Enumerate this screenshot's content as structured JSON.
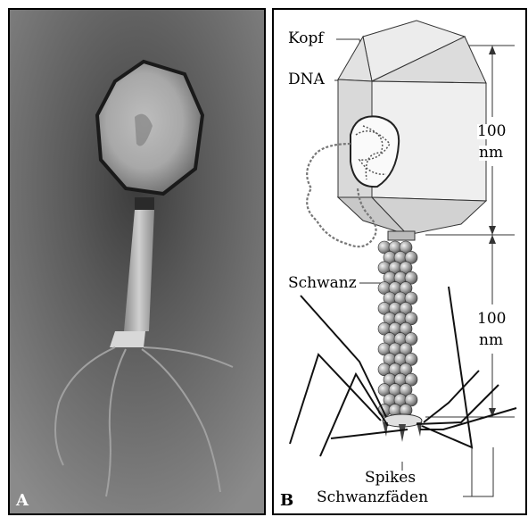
{
  "panel_a": {
    "letter": "A"
  },
  "panel_b": {
    "letter": "B",
    "labels": {
      "kopf": "Kopf",
      "dna": "DNA",
      "schwanz": "Schwanz",
      "spikes": "Spikes",
      "schwanzfaeden": "Schwanzfäden",
      "head_size_value": "100",
      "head_size_unit": "nm",
      "tail_size_value": "100",
      "tail_size_unit": "nm"
    }
  }
}
